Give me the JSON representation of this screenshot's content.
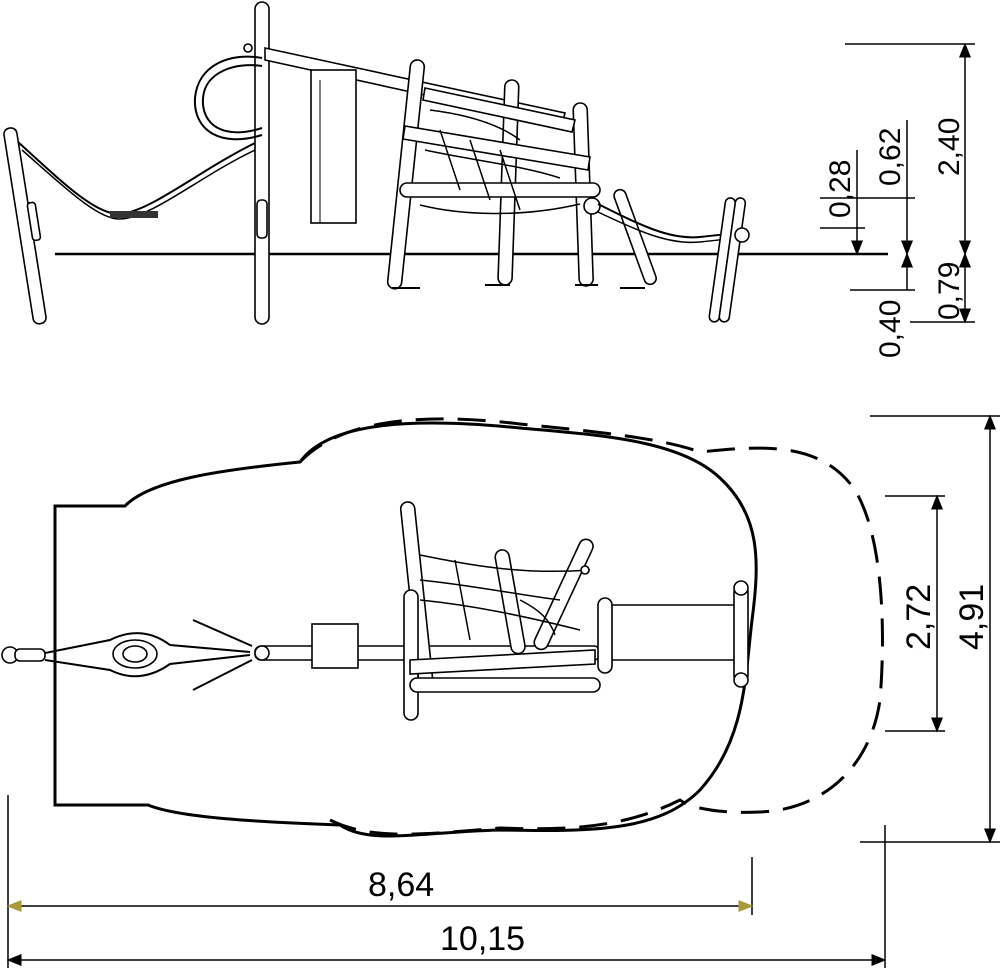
{
  "dimensions": {
    "side_view": {
      "total_height": "2,40",
      "upper_height": "0,62",
      "lower_height": "0,28",
      "depth_a": "0,79",
      "depth_b": "0,40"
    },
    "plan_view": {
      "length_inner": "8,64",
      "length_total": "10,15",
      "width_inner": "2,72",
      "width_total": "4,91"
    }
  },
  "colors": {
    "line": "#000000",
    "arrow_accent": "#a89a3a",
    "background": "#ffffff"
  }
}
